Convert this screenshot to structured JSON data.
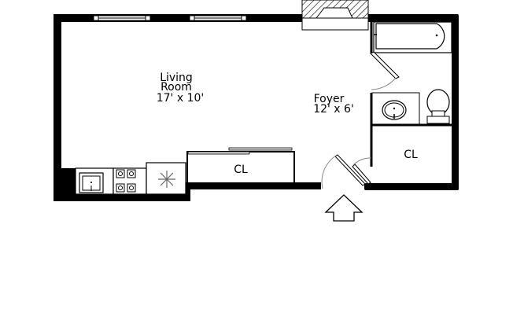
{
  "floorplan": {
    "rooms": [
      {
        "id": "living-room",
        "name_line1": "Living",
        "name_line2": "Room",
        "dimensions": "17' x 10'"
      },
      {
        "id": "foyer",
        "name_line1": "Foyer",
        "dimensions": "12' x 6'"
      },
      {
        "id": "closet-main",
        "name": "CL"
      },
      {
        "id": "closet-foyer",
        "name": "CL"
      }
    ],
    "fixtures": [
      "kitchen-sink",
      "stove",
      "refrigerator",
      "bathtub",
      "bathroom-sink",
      "toilet",
      "fireplace"
    ],
    "entrance": "entry-arrow",
    "colors": {
      "wall": "#000000",
      "background": "#ffffff",
      "door_arc": "#888888"
    }
  }
}
